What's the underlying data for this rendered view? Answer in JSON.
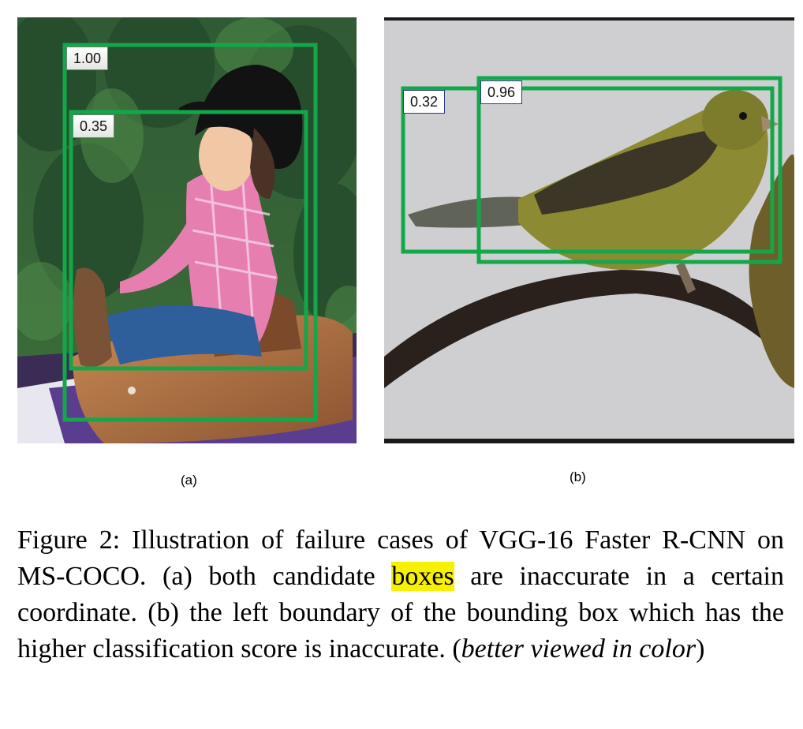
{
  "figure": {
    "panel_a": {
      "label": "(a)",
      "scores": [
        "1.00",
        "0.35"
      ],
      "box_color": "#12a84a"
    },
    "panel_b": {
      "label": "(b)",
      "scores": [
        "0.32",
        "0.96"
      ],
      "box_color": "#12a84a"
    },
    "caption": {
      "prefix": "Figure 2: Illustration of failure cases of VGG-16 Faster R-CNN on MS-COCO. (a) both candidate ",
      "highlight": "boxes",
      "middle": " are inaccurate in a certain coordinate. (b) the left boundary of the bounding box which has the higher classification score is inaccurate. (",
      "italic": "better viewed in color",
      "suffix": ")",
      "highlight_color": "#f7f000"
    }
  }
}
